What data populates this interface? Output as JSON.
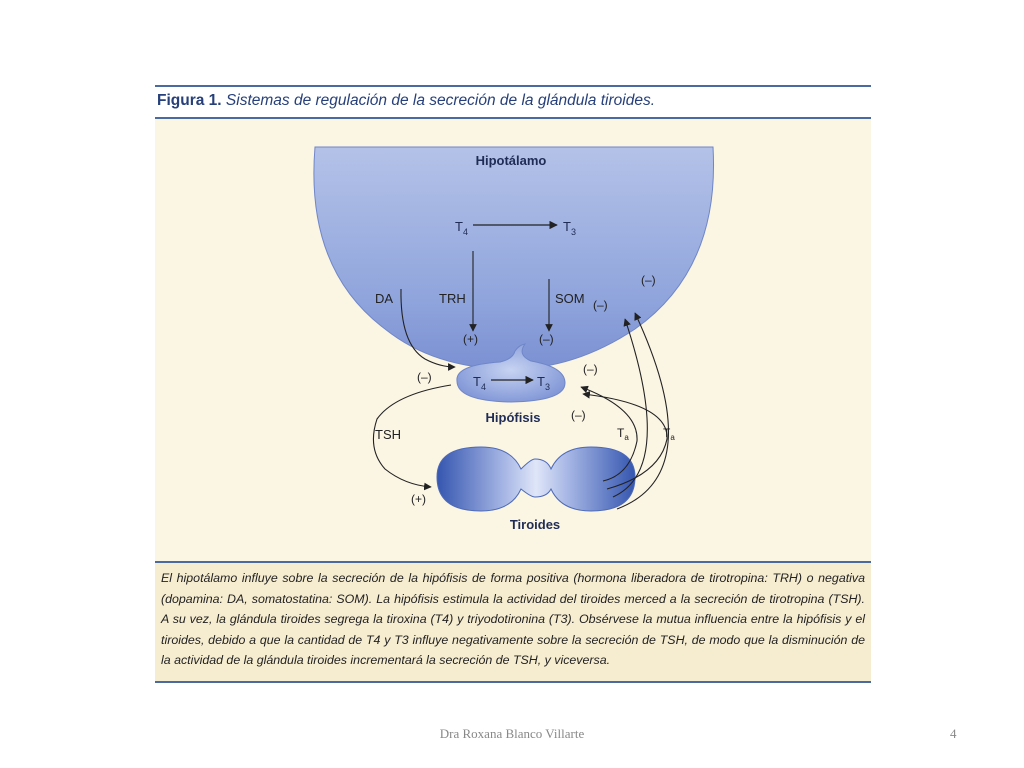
{
  "figure": {
    "title_label": "Figura 1.",
    "title_text": "Sistemas de regulación de la secreción de la glándula tiroides.",
    "caption": "El hipotálamo influye sobre la secreción de la hipófisis de forma positiva (hormona liberadora de tirotropina: TRH) o negativa (dopamina: DA, somatostatina: SOM). La hipófisis estimula la actividad del tiroides merced a la secreción de tirotropina (TSH). A su vez, la glándula tiroides segrega la tiroxina (T4) y triyodotironina (T3). Obsérvese la mutua influencia entre la hipófisis y el tiroides, debido a que la cantidad de T4 y T3 influye negativamente sobre la secreción de TSH, de modo que la disminución de la actividad de la glándula tiroides incrementará la secreción de TSH, y viceversa."
  },
  "diagram": {
    "hypothalamus": "Hipotálamo",
    "pituitary": "Hipófisis",
    "thyroid": "Tiroides",
    "t4": "T",
    "t4_sub": "4",
    "t3": "T",
    "t3_sub": "3",
    "da": "DA",
    "trh": "TRH",
    "som": "SOM",
    "tsh": "TSH",
    "plus": "(+)",
    "minus": "(–)",
    "ta": "T",
    "ta_sub": "a"
  },
  "footer": {
    "author": "Dra Roxana Blanco Villarte",
    "page": "4"
  },
  "colors": {
    "border": "#4a6aa0",
    "title": "#27407a",
    "panel_bg": "#fbf5e4",
    "caption_bg": "#f6ecd0"
  }
}
